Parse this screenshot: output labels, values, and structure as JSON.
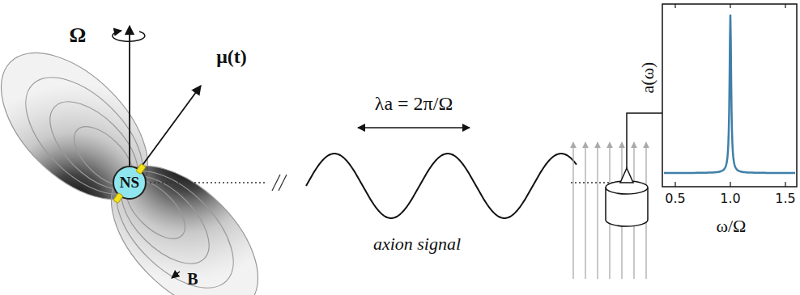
{
  "diagram": {
    "nodes": [
      {
        "text": [
          "NS"
        ]
      }
    ],
    "labels": [
      "Ω",
      "μ(t)",
      "B",
      "λa = 2π/Ω",
      "axion signal",
      "a(ω)",
      "ω/Ω",
      "0.5",
      "1.0",
      "1.5"
    ]
  }
}
